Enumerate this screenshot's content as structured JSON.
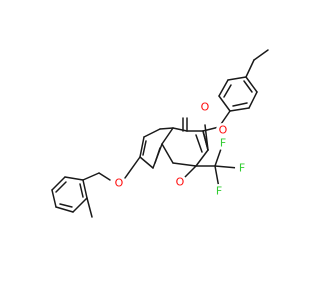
{
  "atoms": [
    {
      "id": "O_carbonyl",
      "label": "O",
      "color": "#ff0d0d"
    },
    {
      "id": "O_ether_aryl",
      "label": "O",
      "color": "#ff0d0d"
    },
    {
      "id": "O_benzyloxy",
      "label": "O",
      "color": "#ff0d0d"
    },
    {
      "id": "O_ring",
      "label": "O",
      "color": "#ff0d0d"
    },
    {
      "id": "F1",
      "label": "F",
      "color": "#33cc33"
    },
    {
      "id": "F2",
      "label": "F",
      "color": "#33cc33"
    },
    {
      "id": "F3",
      "label": "F",
      "color": "#33cc33"
    }
  ],
  "colors": {
    "bond": "#1a1a1a",
    "oxygen": "#ff0d0d",
    "fluorine": "#33cc33",
    "background": "#ffffff"
  }
}
